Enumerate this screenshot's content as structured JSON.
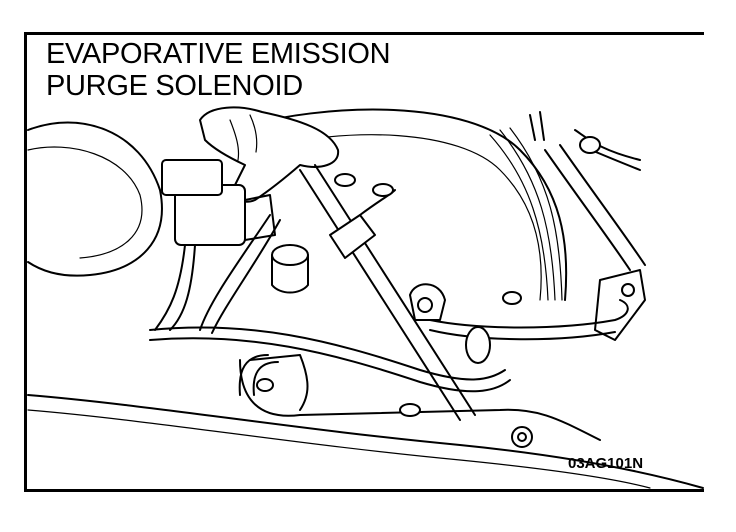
{
  "title": {
    "line1": "EVAPORATIVE EMISSION",
    "line2": "PURGE SOLENOID"
  },
  "figure_code": "03AG101N"
}
